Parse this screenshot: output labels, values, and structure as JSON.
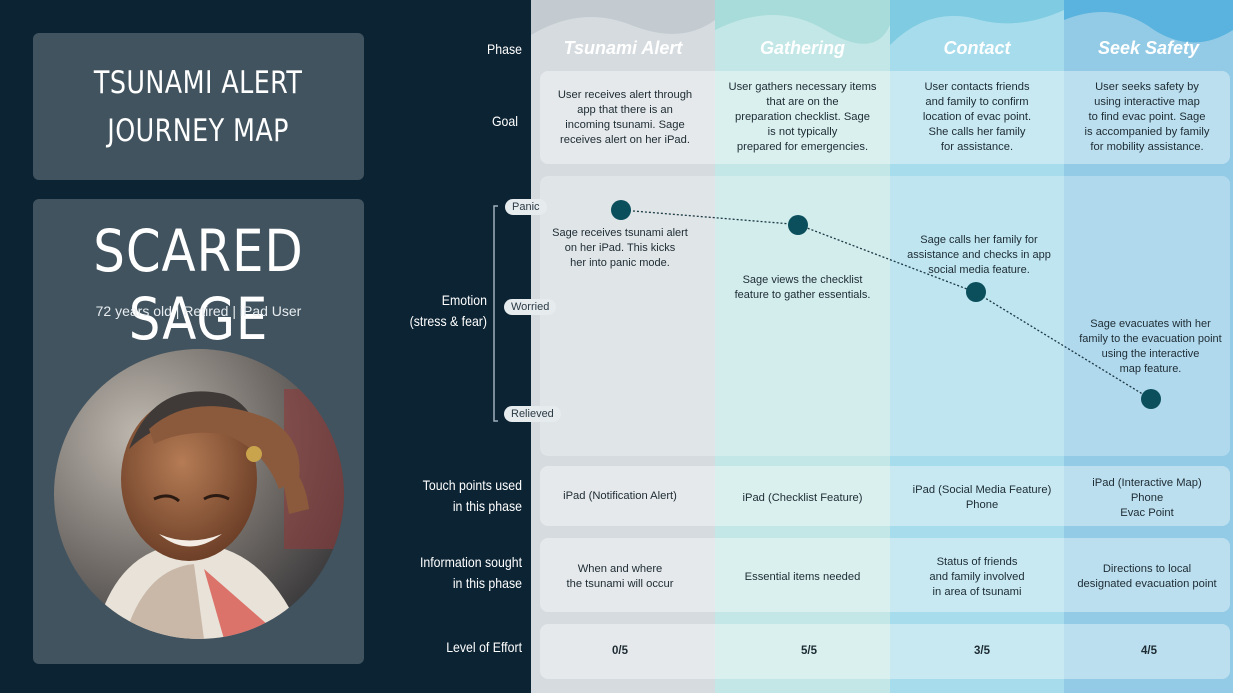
{
  "title": "TSUNAMI ALERT\nJOURNEY MAP",
  "persona": {
    "name": "SCARED SAGE",
    "meta": "72 years old | Retired | iPad User",
    "photo_icon": "elderly-woman-photo"
  },
  "row_labels": {
    "phase": "Phase",
    "goal": "Goal",
    "emotion": "Emotion\n(stress & fear)",
    "touch": "Touch points used\nin this phase",
    "info": "Information sought\nin this phase",
    "effort": "Level of Effort"
  },
  "emotion_scale": {
    "high": "Panic",
    "mid": "Worried",
    "low": "Relieved"
  },
  "phases": [
    {
      "name": "Tsunami Alert",
      "color": "#d5dbdf",
      "goal": "User receives alert through\napp that there is an\nincoming tsunami. Sage\nreceives alert on her iPad.",
      "emotion_note": "Sage receives tsunami alert\non her iPad. This kicks\nher into panic mode.",
      "touch": "iPad (Notification Alert)",
      "info": "When and where\nthe tsunami will occur",
      "effort": "0/5"
    },
    {
      "name": "Gathering",
      "color": "#c3e7e6",
      "goal": "User gathers necessary items\nthat are on the\npreparation checklist. Sage\nis not typically\nprepared for emergencies.",
      "emotion_note": "Sage views the checklist\nfeature to gather essentials.",
      "touch": "iPad (Checklist Feature)",
      "info": "Essential items needed",
      "effort": "5/5"
    },
    {
      "name": "Contact",
      "color": "#a6dceb",
      "goal": "User contacts friends\nand family to confirm\nlocation of evac point.\nShe calls her family\nfor assistance.",
      "emotion_note": "Sage calls her family for\nassistance and checks in app\nsocial media feature.",
      "touch": "iPad (Social Media Feature)\nPhone",
      "info": "Status of friends\nand family involved\nin area of tsunami",
      "effort": "3/5"
    },
    {
      "name": "Seek Safety",
      "color": "#93cbe6",
      "goal": "User seeks safety by\nusing interactive map\nto find evac point. Sage\nis accompanied by family\nfor mobility assistance.",
      "emotion_note": "Sage evacuates with her\nfamily to the evacuation point\nusing the interactive\nmap feature.",
      "touch": "iPad (Interactive Map)\nPhone\nEvac Point",
      "info": "Directions to local\ndesignated evacuation point",
      "effort": "4/5"
    }
  ],
  "chart_data": {
    "type": "line",
    "categories": [
      "Tsunami Alert",
      "Gathering",
      "Contact",
      "Seek Safety"
    ],
    "y_scale": [
      "Relieved",
      "Worried",
      "Panic"
    ],
    "series": [
      {
        "values": [
          3.0,
          2.85,
          2.15,
          1.05
        ]
      }
    ],
    "ylim": [
      1,
      3
    ]
  },
  "colors": {
    "background": "#0c2333",
    "card": "#41535f",
    "dot": "#0b4f5c"
  }
}
